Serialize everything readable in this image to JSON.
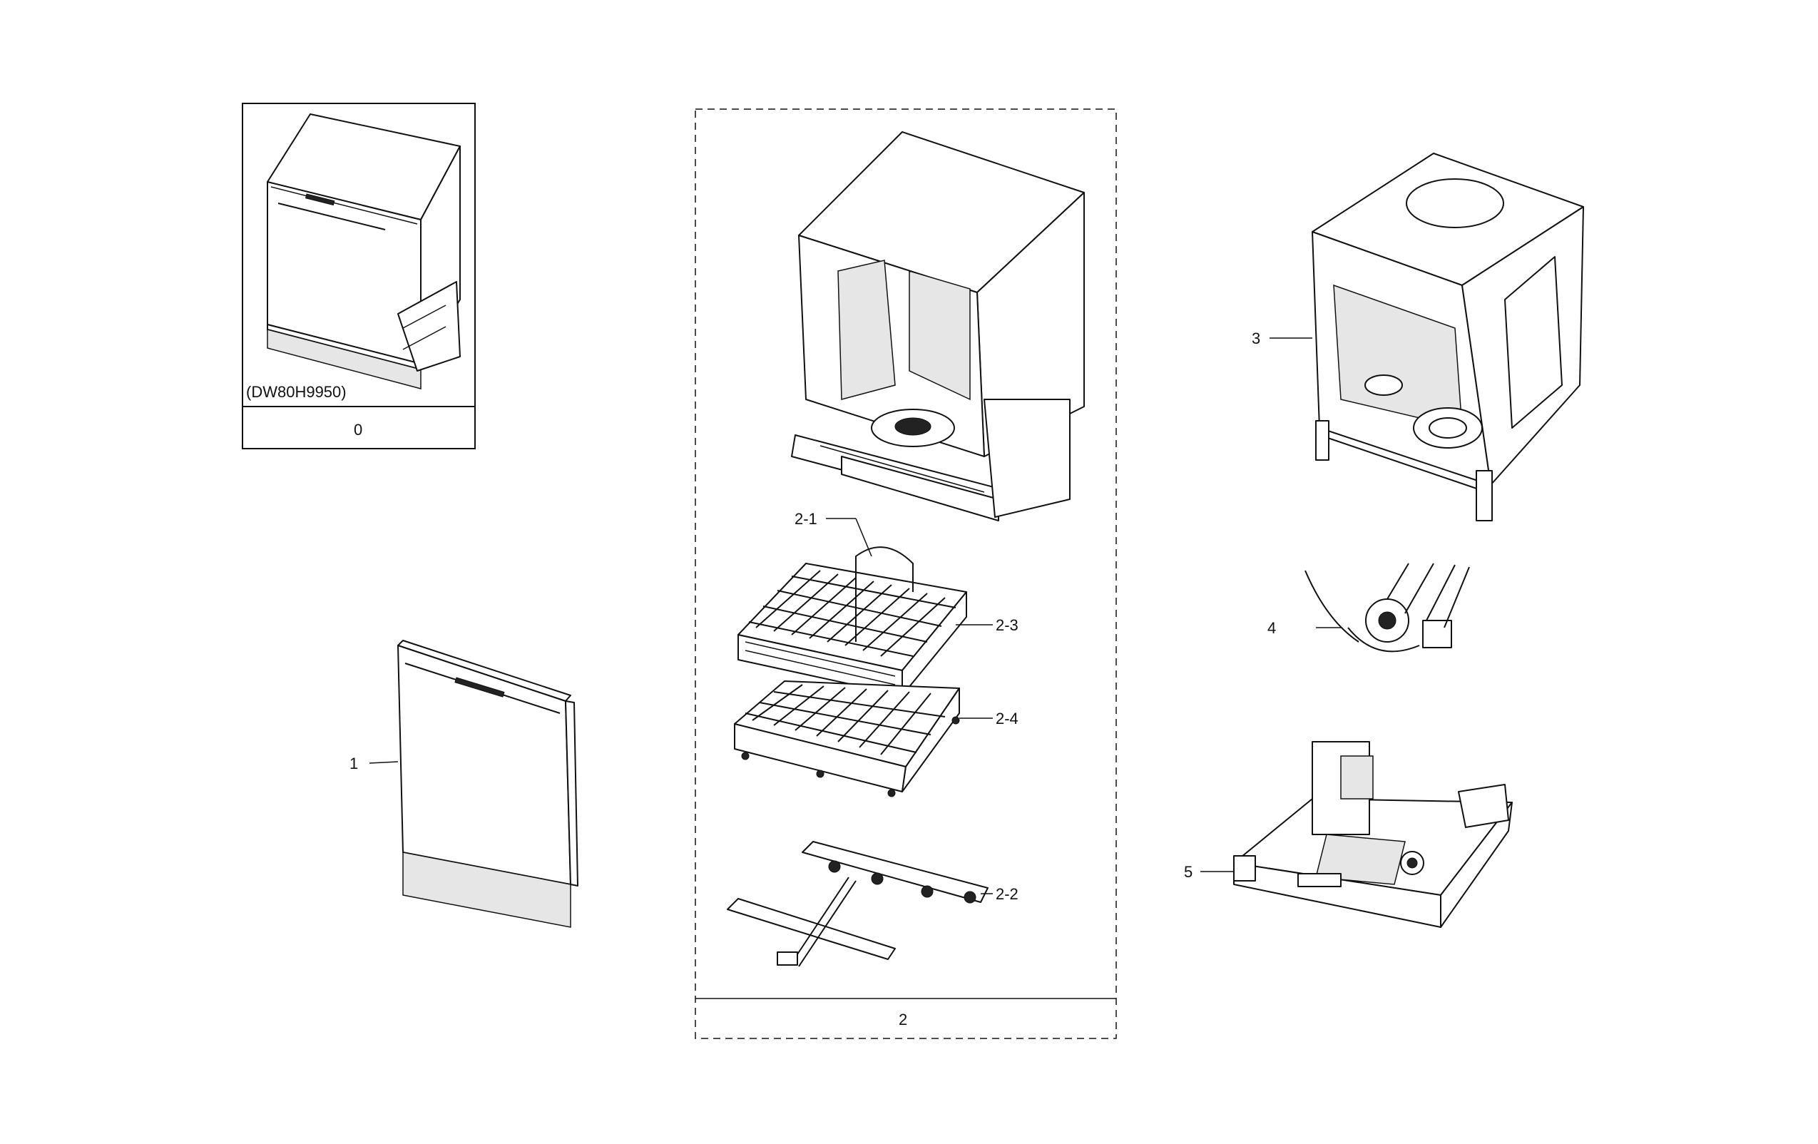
{
  "model_label": "(DW80H9950)",
  "boxes": {
    "overview_number": "0",
    "tub_group_number": "2"
  },
  "callouts": [
    {
      "id": "door",
      "text": "1"
    },
    {
      "id": "upper-rack-handle",
      "text": "2-1"
    },
    {
      "id": "spray-arm",
      "text": "2-2"
    },
    {
      "id": "upper-rack",
      "text": "2-3"
    },
    {
      "id": "lower-rack",
      "text": "2-4"
    },
    {
      "id": "inner-tub",
      "text": "3"
    },
    {
      "id": "pump-assembly",
      "text": "4"
    },
    {
      "id": "base-assembly",
      "text": "5"
    }
  ]
}
